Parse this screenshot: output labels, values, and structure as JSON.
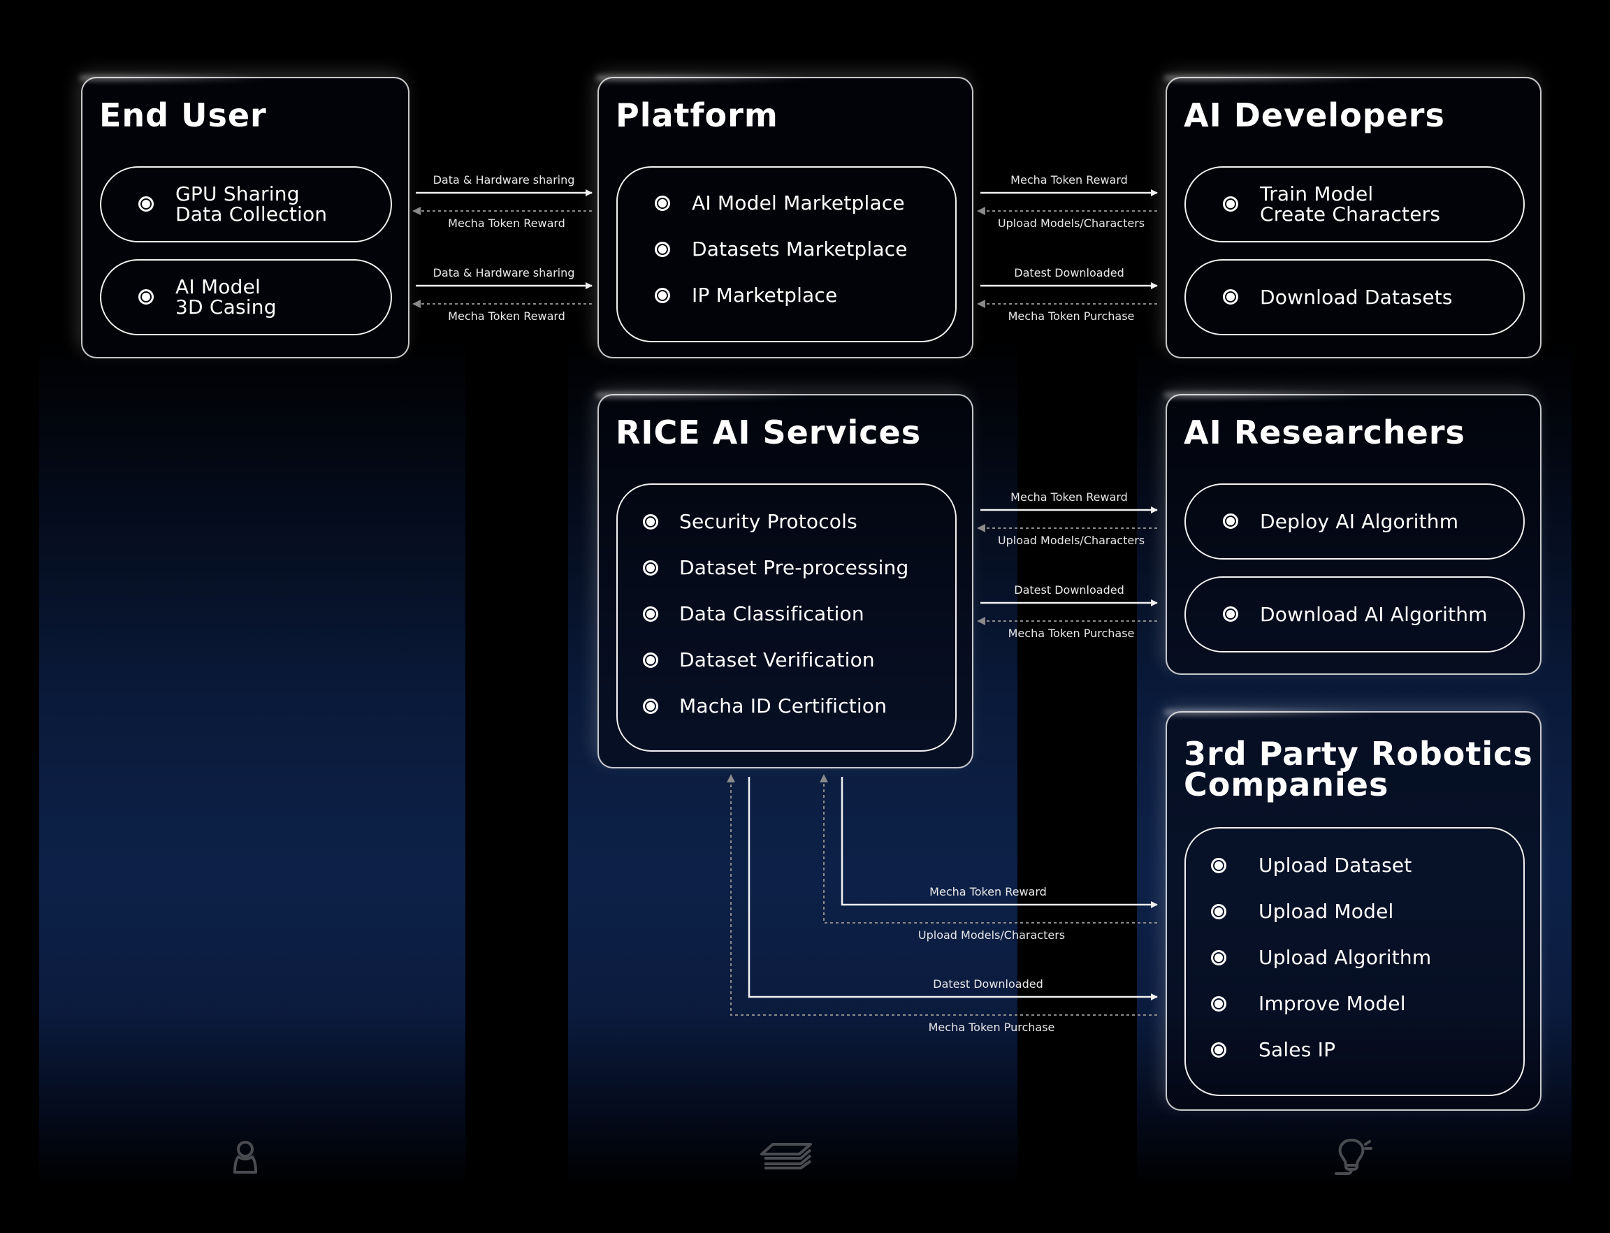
{
  "nodes": {
    "end_user": {
      "title": "End User",
      "items": [
        {
          "lines": [
            "GPU Sharing",
            "Data Collection"
          ]
        },
        {
          "lines": [
            "AI Model",
            "3D Casing"
          ]
        }
      ]
    },
    "platform": {
      "title": "Platform",
      "items": [
        "AI Model Marketplace",
        "Datasets Marketplace",
        "IP Marketplace"
      ]
    },
    "ai_developers": {
      "title": "AI Developers",
      "items": [
        {
          "lines": [
            "Train Model",
            "Create Characters"
          ]
        },
        {
          "lines": [
            "Download Datasets"
          ]
        }
      ]
    },
    "rice_ai_services": {
      "title": "RICE AI Services",
      "items": [
        "Security Protocols",
        "Dataset Pre-processing",
        "Data Classification",
        "Dataset Verification",
        "Macha ID Certifiction"
      ]
    },
    "ai_researchers": {
      "title": "AI Researchers",
      "items": [
        {
          "lines": [
            "Deploy AI Algorithm"
          ]
        },
        {
          "lines": [
            "Download AI Algorithm"
          ]
        }
      ]
    },
    "robotics": {
      "title_line1": "3rd Party Robotics",
      "title_line2": "Companies",
      "items": [
        "Upload Dataset",
        "Upload Model",
        "Upload Algorithm",
        "Improve Model",
        "Sales IP"
      ]
    }
  },
  "connections": {
    "enduser_platform": [
      {
        "forward": "Data & Hardware sharing",
        "backward": "Mecha Token Reward"
      },
      {
        "forward": "Data & Hardware sharing",
        "backward": "Mecha Token Reward"
      }
    ],
    "platform_developers": [
      {
        "forward": "Mecha Token Reward",
        "backward": "Upload Models/Characters"
      },
      {
        "forward": "Datest Downloaded",
        "backward": "Mecha Token Purchase"
      }
    ],
    "rice_researchers": [
      {
        "forward": "Mecha Token Reward",
        "backward": "Upload Models/Characters"
      },
      {
        "forward": "Datest Downloaded",
        "backward": "Mecha Token Purchase"
      }
    ],
    "rice_robotics": [
      {
        "forward": "Mecha Token Reward",
        "backward": "Upload Models/Characters"
      },
      {
        "forward": "Datest Downloaded",
        "backward": "Mecha Token Purchase"
      }
    ]
  },
  "column_icons": [
    "user-icon",
    "layers-icon",
    "lightbulb-icon"
  ],
  "colors": {
    "background": "#000000",
    "column_navy": "#0d2148",
    "line": "#f2f2f2",
    "dashed_line": "#8a8a8a",
    "icon_gray": "#4a4c52"
  }
}
